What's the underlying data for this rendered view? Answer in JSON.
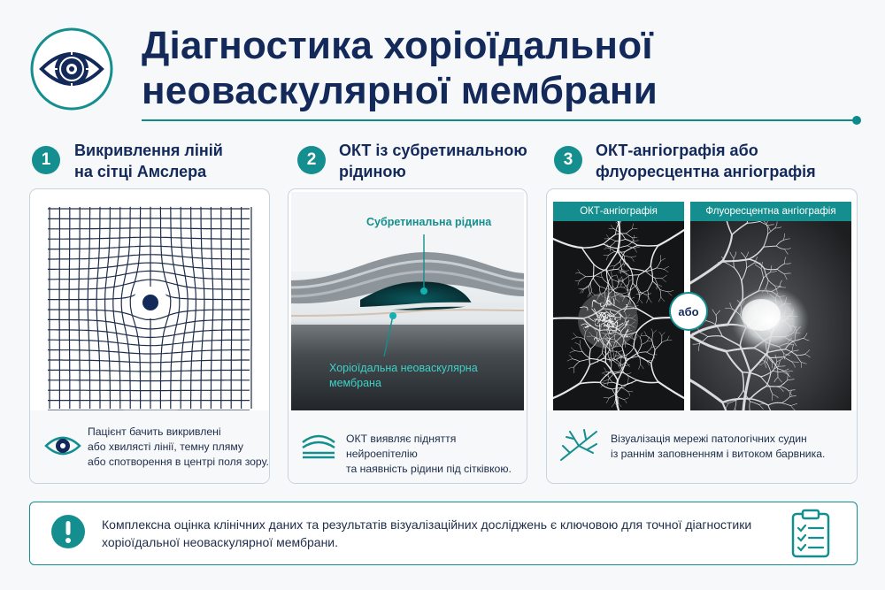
{
  "header": {
    "title_line1": "Діагностика хоріоїдальної",
    "title_line2": "неоваскулярної мембрани",
    "logo_icon": "eye-target-icon"
  },
  "steps": [
    {
      "number": "1",
      "title_line1": "Викривлення ліній",
      "title_line2": "на сітці Амслера",
      "image": "amsler-grid-distortion",
      "footer_icon": "eye-icon",
      "footer_lines": [
        "Пацієнт бачить викривлені",
        "або хвилясті лінії, темну пляму",
        "або спотворення в центрі поля зору."
      ]
    },
    {
      "number": "2",
      "title_line1": "ОКТ із субретинальною",
      "title_line2": "рідиною",
      "image": "oct-retina-scan",
      "label_fluid": "Субретинальна рідина",
      "label_membrane_line1": "Хоріоїдальна неоваскулярна",
      "label_membrane_line2": "мембрана",
      "footer_icon": "retina-layers-icon",
      "footer_lines": [
        "ОКТ виявляє підняття нейроепітелію",
        "та наявність рідини під сітківкою."
      ]
    },
    {
      "number": "3",
      "title_line1": "ОКТ-ангіографія або",
      "title_line2": "флуоресцентна ангіографія",
      "tab_left": "ОКТ-ангіографія",
      "tab_right": "Флуоресцентна ангіографія",
      "or_label": "або",
      "footer_icon": "vessel-network-icon",
      "footer_lines": [
        "Візуалізація мережі патологічних судин",
        "із раннім заповненням і витоком барвника."
      ]
    }
  ],
  "banner": {
    "icon": "exclamation-icon",
    "text": "Комплексна оцінка клінічних даних та результатів візуалізаційних досліджень є ключовою для точної діагностики хоріоїдальної неоваскулярної мембрани.",
    "side_icon": "clipboard-checklist-icon"
  },
  "colors": {
    "navy": "#12295a",
    "teal": "#148e8e",
    "background": "#f6f8fa"
  }
}
